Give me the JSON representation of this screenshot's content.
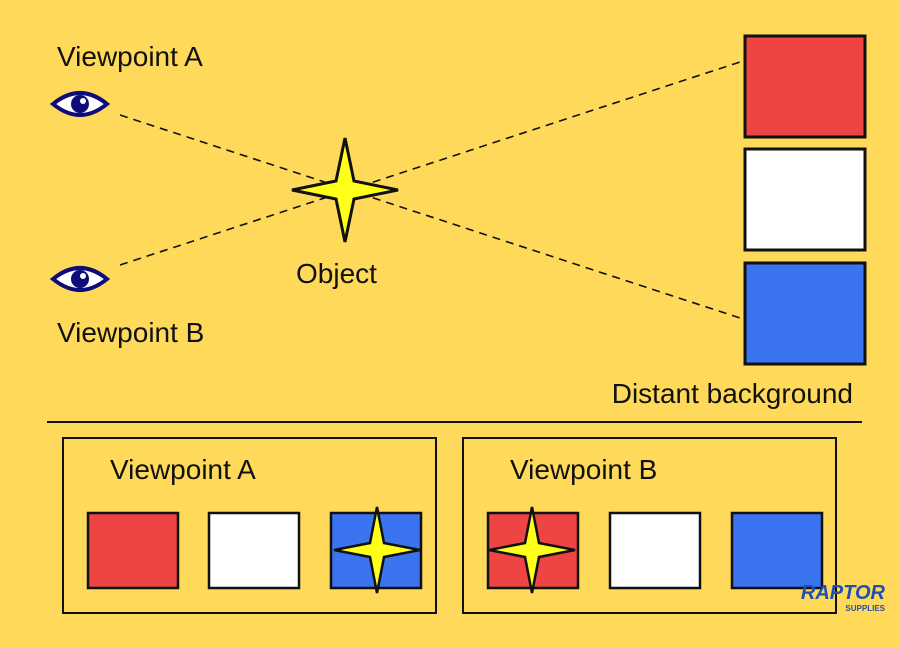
{
  "colors": {
    "background": "#FFD95A",
    "red": "#EE4444",
    "white": "#FFFFFF",
    "blue": "#3B74F0",
    "star": "#FFFF1A",
    "eye": "#0D0D7A",
    "ink": "#111111",
    "logo": "#1F4FB0"
  },
  "top": {
    "viewpoint_a_label": "Viewpoint A",
    "viewpoint_b_label": "Viewpoint B",
    "object_label": "Object",
    "background_label": "Distant background",
    "background_squares": [
      "red",
      "white",
      "blue"
    ]
  },
  "panels": [
    {
      "title": "Viewpoint A",
      "squares": [
        "red",
        "white",
        "blue"
      ],
      "object_over": "blue"
    },
    {
      "title": "Viewpoint B",
      "squares": [
        "red",
        "white",
        "blue"
      ],
      "object_over": "red"
    }
  ],
  "logo": {
    "name": "RAPTOR",
    "tagline": "SUPPLIES"
  },
  "icons": [
    "eye-icon",
    "star-icon"
  ]
}
